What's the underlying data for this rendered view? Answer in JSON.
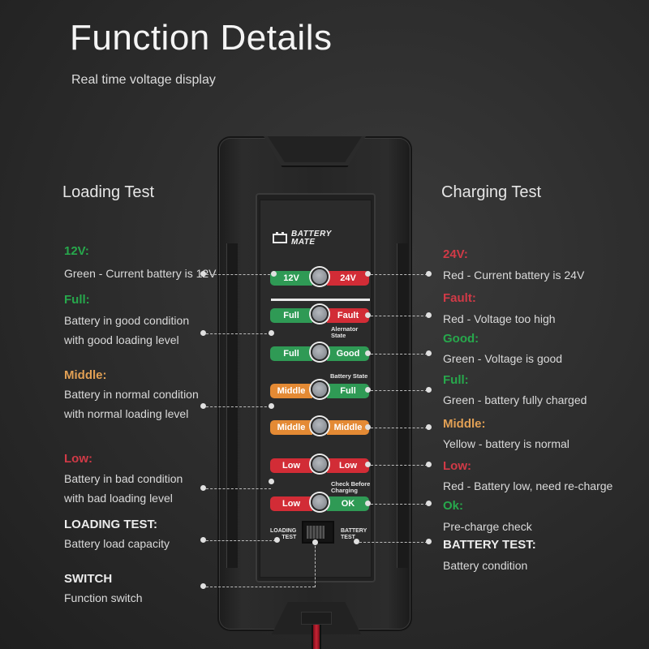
{
  "header": {
    "title": "Function Details",
    "subtitle": "Real time voltage display"
  },
  "left": {
    "heading": "Loading Test",
    "items": [
      {
        "label": "12V:",
        "color": "#27a84c",
        "desc": [
          "Green - Current battery is 12V"
        ]
      },
      {
        "label": "Full:",
        "color": "#27a84c",
        "desc": [
          "Battery in good condition",
          "with good loading level"
        ]
      },
      {
        "label": "Middle:",
        "color": "#e2a054",
        "desc": [
          "Battery in normal condition",
          "with normal loading level"
        ]
      },
      {
        "label": "Low:",
        "color": "#d13a47",
        "desc": [
          "Battery in bad condition",
          "with bad loading level"
        ]
      },
      {
        "label": "LOADING TEST:",
        "color": "#ececec",
        "desc": [
          "Battery load capacity"
        ]
      },
      {
        "label": "SWITCH",
        "color": "#ececec",
        "desc": [
          "Function switch"
        ]
      }
    ]
  },
  "right": {
    "heading": "Charging Test",
    "items": [
      {
        "label": "24V:",
        "color": "#d13a47",
        "desc": [
          "Red - Current battery is 24V"
        ]
      },
      {
        "label": "Fault:",
        "color": "#d13a47",
        "desc": [
          "Red - Voltage too high"
        ]
      },
      {
        "label": "Good:",
        "color": "#27a84c",
        "desc": [
          "Green - Voltage is good"
        ]
      },
      {
        "label": "Full:",
        "color": "#27a84c",
        "desc": [
          "Green - battery fully charged"
        ]
      },
      {
        "label": "Middle:",
        "color": "#e2a054",
        "desc": [
          "Yellow - battery is normal"
        ]
      },
      {
        "label": "Low:",
        "color": "#d13a47",
        "desc": [
          "Red - Battery low, need re-charge"
        ]
      },
      {
        "label": "Ok:",
        "color": "#27a84c",
        "desc": [
          "Pre-charge check"
        ]
      },
      {
        "label": "BATTERY TEST:",
        "color": "#ececec",
        "desc": [
          "Battery condition"
        ]
      }
    ]
  },
  "device": {
    "logo_line1": "BATTERY",
    "logo_line2": "MATE",
    "rows": [
      {
        "left": "12V",
        "left_color": "green",
        "right": "24V",
        "right_color": "red"
      },
      {
        "left": "Full",
        "left_color": "green",
        "right": "Fault",
        "right_color": "red"
      },
      {
        "left": "Full",
        "left_color": "green",
        "right": "Good",
        "right_color": "green"
      },
      {
        "left": "Middle",
        "left_color": "orange",
        "right": "Full",
        "right_color": "green"
      },
      {
        "left": "Middle",
        "left_color": "orange",
        "right": "Middle",
        "right_color": "orange"
      },
      {
        "left": "Low",
        "left_color": "red",
        "right": "Low",
        "right_color": "red"
      },
      {
        "left": "Low",
        "left_color": "red",
        "right": "OK",
        "right_color": "green"
      }
    ],
    "caption_alternator_1": "Alernator",
    "caption_alternator_2": "State",
    "caption_battery_state": "Battery State",
    "caption_check_1": "Check Before",
    "caption_check_2": "Charging",
    "switch_left_1": "LOADING",
    "switch_left_2": "TEST",
    "switch_right_1": "BATTERY",
    "switch_right_2": "TEST"
  },
  "colors": {
    "green": "#2f9a55",
    "red": "#d22c36",
    "orange": "#e48a34",
    "background": "#2b2b2b"
  }
}
